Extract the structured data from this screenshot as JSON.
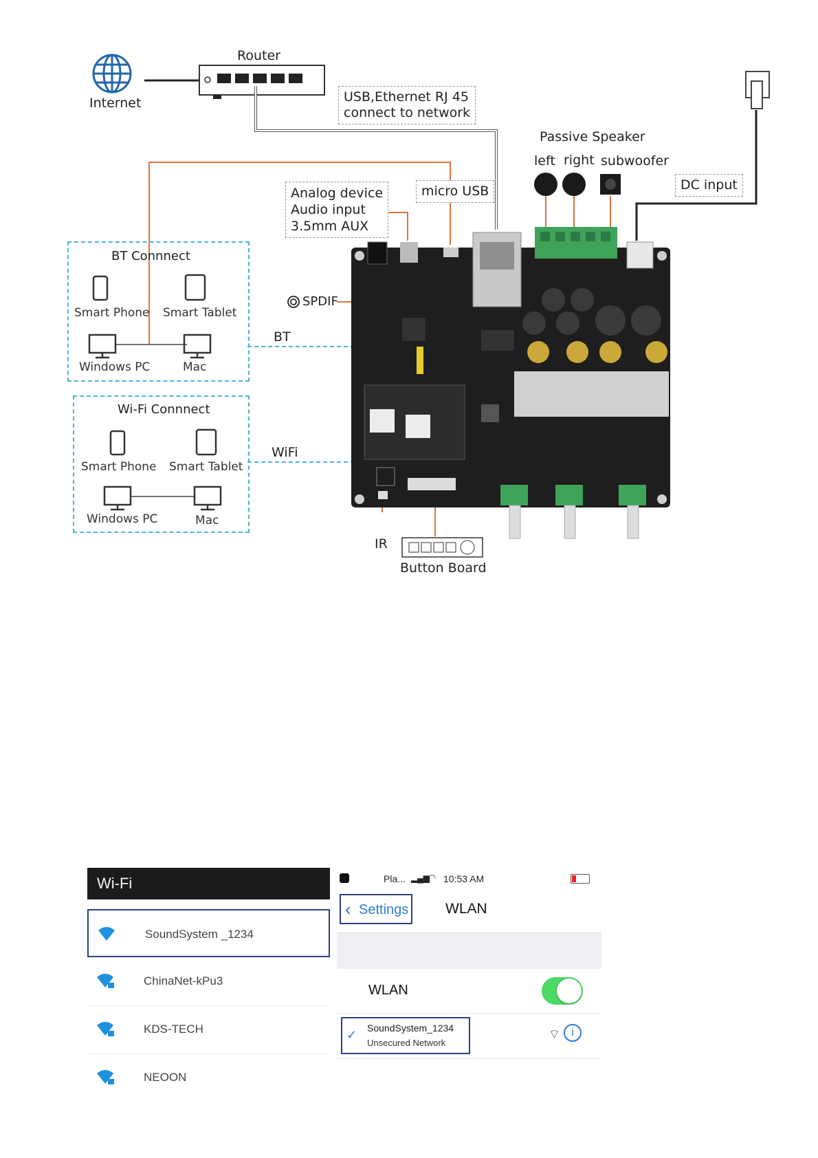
{
  "diagram": {
    "internet_label": "Internet",
    "router_label": "Router",
    "usb_ethernet_note": [
      "USB,Ethernet RJ 45",
      "connect to network"
    ],
    "passive_speaker_label": "Passive Speaker",
    "speaker_left": "left",
    "speaker_right": "right",
    "speaker_sub": "subwoofer",
    "dc_input_label": "DC input",
    "analog_note": [
      "Analog device",
      "Audio input",
      "3.5mm AUX"
    ],
    "micro_usb_label": "micro USB",
    "spdif_label": "SPDIF",
    "bt_line_label": "BT",
    "wifi_line_label": "WiFi",
    "ir_label": "IR",
    "button_board_label": "Button Board",
    "bt_group": {
      "title": "BT Connnect",
      "smart_phone": "Smart Phone",
      "smart_tablet": "Smart Tablet",
      "windows_pc": "Windows PC",
      "mac": "Mac"
    },
    "wifi_group": {
      "title": "Wi-Fi Connnect",
      "smart_phone": "Smart Phone",
      "smart_tablet": "Smart Tablet",
      "windows_pc": "Windows PC",
      "mac": "Mac"
    },
    "colors": {
      "orange_line": "#e0733a",
      "blue_dashed": "#4ab3d6",
      "board": "#1e1e1e",
      "terminal": "#3fa35a"
    }
  },
  "android": {
    "title": "Wi-Fi",
    "networks": [
      "SoundSystem _1234",
      "ChinaNet-kPu3",
      "KDS-TECH",
      "NEOON"
    ],
    "accent": "#1e90e0"
  },
  "ios": {
    "status_carrier": "Pla...",
    "status_time": "10:53 AM",
    "back_label": "Settings",
    "nav_title": "WLAN",
    "wlan_row_label": "WLAN",
    "network_name": "SoundSystem_1234",
    "network_sub": "Unsecured Network",
    "toggle_on": true,
    "toggle_color": "#4cd964",
    "accent": "#2e7bd6"
  }
}
